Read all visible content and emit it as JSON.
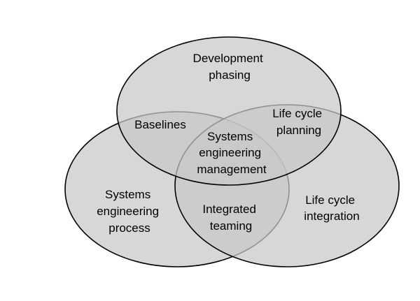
{
  "diagram": {
    "type": "venn",
    "colors": {
      "fill": "#c8c8c8",
      "stroke": "#000000",
      "background": "#ffffff"
    },
    "sets": {
      "top": [
        "Development",
        "phasing"
      ],
      "left": [
        "Systems",
        "engineering",
        "process"
      ],
      "right": [
        "Life cycle",
        "integration"
      ]
    },
    "overlaps": {
      "top_left": [
        "Baselines"
      ],
      "top_right": [
        "Life cycle",
        "planning"
      ],
      "left_right": [
        "Integrated",
        "teaming"
      ],
      "center": [
        "Systems",
        "engineering",
        "management"
      ]
    }
  }
}
